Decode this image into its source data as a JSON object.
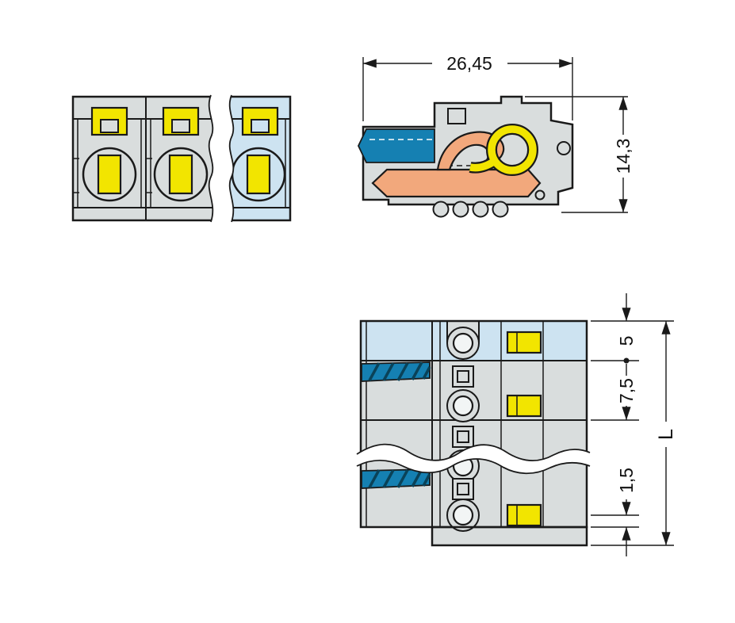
{
  "drawing": {
    "views": {
      "side": {
        "width_label": "26,45",
        "height_label": "14,3"
      },
      "plan": {
        "edge_to_first_pole_label": "5",
        "pole_pitch_label": "7,5",
        "end_offset_label": "1,5",
        "total_length_label": "L"
      }
    },
    "colors": {
      "body_gray": "#d9dddd",
      "highlight_light_blue": "#cde3f1",
      "clamp_blue": "#1580b2",
      "opening_yellow": "#f2e500",
      "contact_orange": "#f2a87c",
      "outline": "#1a1a1a",
      "background": "#ffffff"
    }
  }
}
